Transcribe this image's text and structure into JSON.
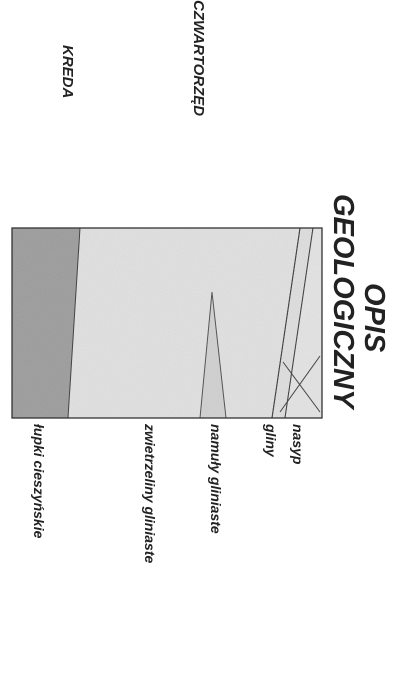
{
  "title": {
    "line1": "OPIS",
    "line2": "GEOLOGICZNY"
  },
  "periods": [
    {
      "name": "CZWARTORZĘD"
    },
    {
      "name": "KREDA"
    }
  ],
  "layers": [
    {
      "name": "nasyp",
      "color": "#e6e6e6"
    },
    {
      "name": "gliny",
      "color": "#e0e0e0"
    },
    {
      "name": "namuły gliniaste",
      "color": "#d2d2d2"
    },
    {
      "name": "zwietrzeliny gliniaste",
      "color": "#e3e3e3"
    },
    {
      "name": "łupki cieszyńskie",
      "color": "#9a9a9a"
    }
  ]
}
